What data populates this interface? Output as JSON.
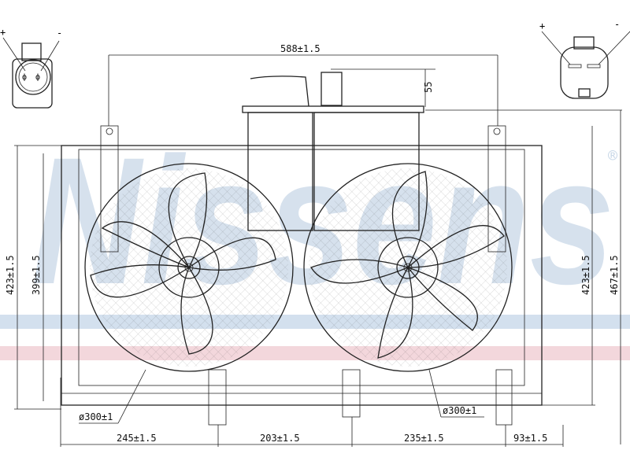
{
  "watermark": {
    "text": "Nissens",
    "registered": "®",
    "color": "#c9d8e8",
    "band_blue": "#d3e0ee",
    "band_pink": "#f3d7dc"
  },
  "connectors": {
    "left": {
      "plus": "+",
      "minus": "-"
    },
    "right": {
      "plus": "+",
      "minus": "-"
    }
  },
  "dimensions": {
    "top_width": "588±1.5",
    "tank_height": "55",
    "left_outer_height": "423±1.5",
    "left_inner_height": "399±1.5",
    "right_inner_height": "423±1.5",
    "right_outer_height": "467±1.5",
    "fan_left_diameter": "ø300±1",
    "fan_right_diameter": "ø300±1",
    "bottom": [
      "245±1.5",
      "203±1.5",
      "235±1.5",
      "93±1.5"
    ]
  }
}
